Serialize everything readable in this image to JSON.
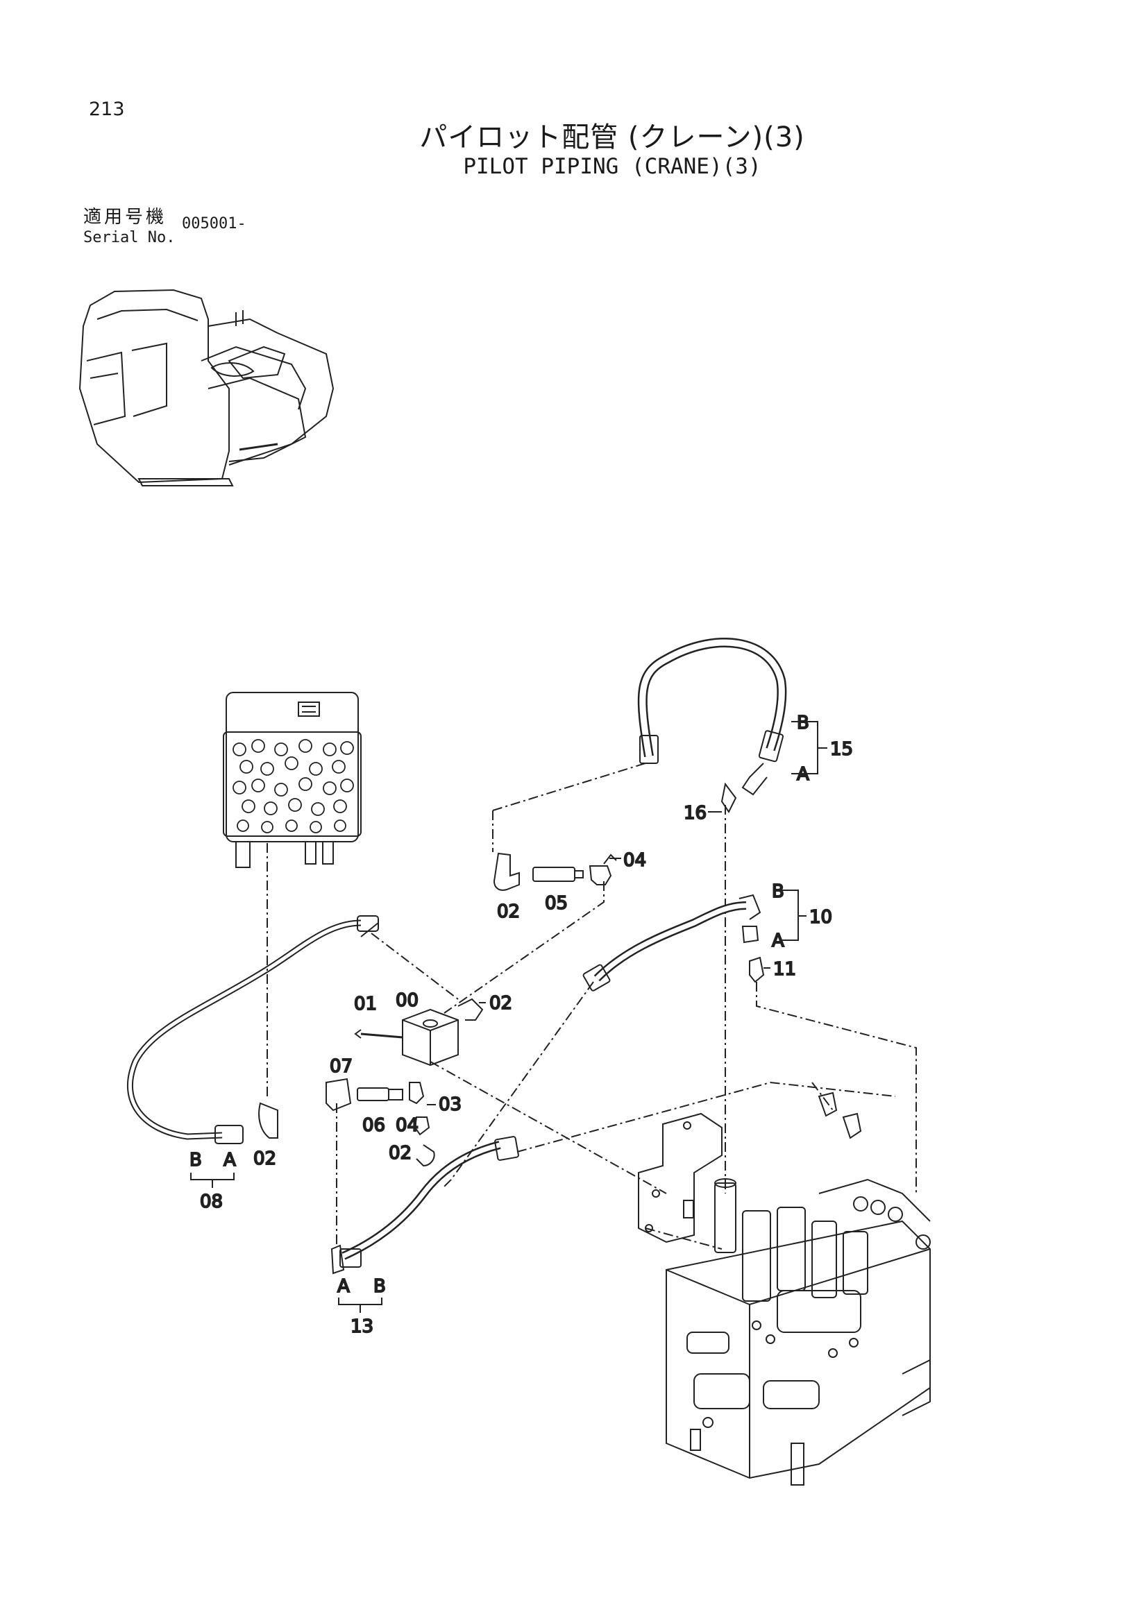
{
  "page_number": "213",
  "title_jp": "パイロット配管 (クレーン)(3)",
  "title_en": "PILOT PIPING (CRANE)(3)",
  "serial": {
    "label_jp": "適用号機",
    "label_en": "Serial No.",
    "value": "005001-"
  },
  "callouts": {
    "p00": "00",
    "p01": "01",
    "p02a": "02",
    "p02b": "02",
    "p02c": "02",
    "p02d": "02",
    "p03": "03",
    "p04a": "04",
    "p04b": "04",
    "p05": "05",
    "p06": "06",
    "p07": "07",
    "p08": "08",
    "p10": "10",
    "p11": "11",
    "p13": "13",
    "p15": "15",
    "p16": "16",
    "a08": "A",
    "b08": "B",
    "a10": "A",
    "b10": "B",
    "a13": "A",
    "b13": "B",
    "a15": "A",
    "b15": "B"
  }
}
